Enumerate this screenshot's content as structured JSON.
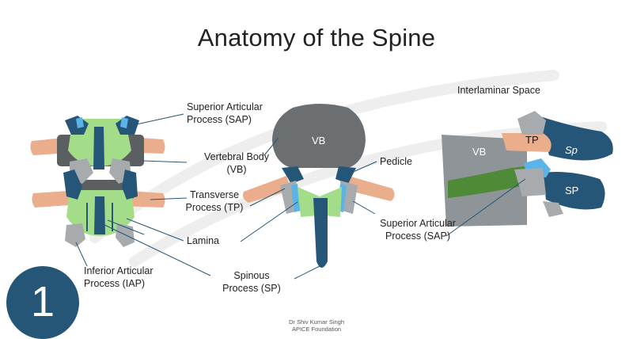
{
  "title": "Anatomy of the Spine",
  "labels": {
    "sap_left": [
      "Superior Articular",
      "Process (SAP)"
    ],
    "vb": [
      "Vertebral Body",
      "(VB)"
    ],
    "tp": [
      "Transverse",
      "Process (TP)"
    ],
    "lamina": "Lamina",
    "iap": [
      "Inferior Articular",
      "Process (IAP)"
    ],
    "sp": [
      "Spinous",
      "Process (SP)"
    ],
    "pedicle": "Pedicle",
    "sap_right": [
      "Superior Articular",
      "Process (SAP)"
    ],
    "interlaminar": "Interlaminar Space"
  },
  "inner_labels": {
    "vb_axial": "VB",
    "vb_lateral": "VB",
    "tp_lateral": "TP",
    "sp_lateral_italic": "Sp",
    "sp_lateral": "SP"
  },
  "badge": "1",
  "footer": [
    "Dr Shiv Kumar Singh",
    "APICE Foundation"
  ],
  "colors": {
    "navy": "#255677",
    "green": "#a3dd8a",
    "gray": "#8f9498",
    "light_gray": "#a7abae",
    "dark_gray": "#6b6f72",
    "skin": "#eaae8d",
    "light_blue": "#5ab4e8",
    "dark_green": "#4f8a39"
  }
}
